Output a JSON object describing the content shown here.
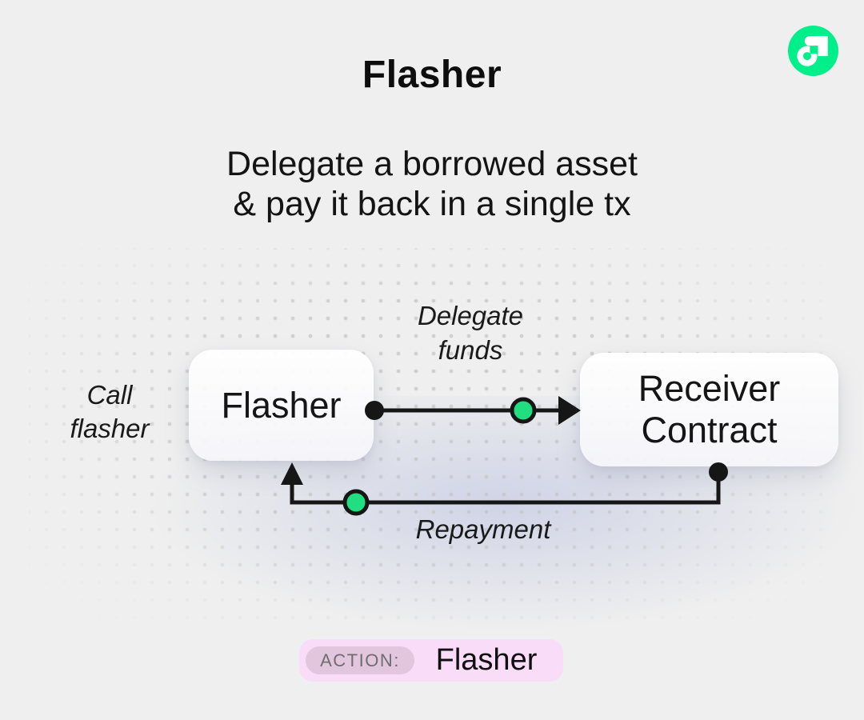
{
  "header": {
    "title": "Flasher",
    "subtitle": "Delegate a borrowed asset\n& pay it back in a single tx"
  },
  "logo": {
    "name": "Flow",
    "brand_green": "#00EF8B"
  },
  "diagram": {
    "side_label": "Call\nflasher",
    "nodes": {
      "flasher": {
        "label": "Flasher"
      },
      "receiver": {
        "label": "Receiver\nContract"
      }
    },
    "edges": {
      "delegate": {
        "label": "Delegate\nfunds",
        "direction": "flasher → receiver"
      },
      "repayment": {
        "label": "Repayment",
        "direction": "receiver → flasher"
      }
    },
    "colors": {
      "line": "#161616",
      "token_green": "#21DE81",
      "background": "#efefef"
    }
  },
  "footer": {
    "action_label": "ACTION:",
    "action_value": "Flasher"
  }
}
